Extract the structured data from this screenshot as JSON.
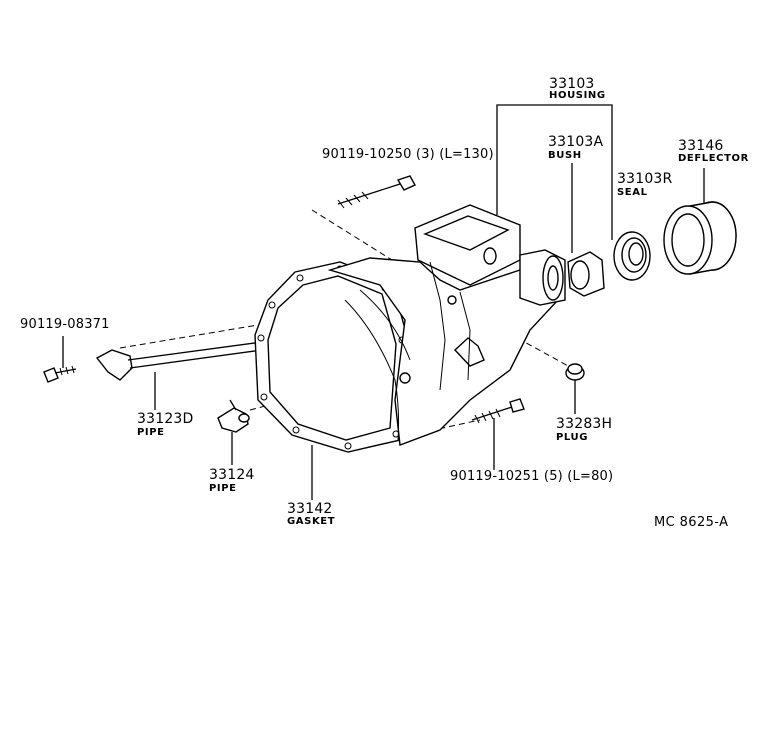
{
  "parts": {
    "housing": {
      "number": "33103",
      "name": "HOUSING"
    },
    "bush": {
      "number": "33103A",
      "name": "BUSH"
    },
    "seal": {
      "number": "33103R",
      "name": "SEAL"
    },
    "deflector": {
      "number": "33146",
      "name": "DEFLECTOR"
    },
    "bolt_long": {
      "number": "90119-10250 (3) (L=130)"
    },
    "bolt_small": {
      "number": "90119-08371"
    },
    "pipe_long": {
      "number": "33123D",
      "name": "PIPE"
    },
    "pipe_short": {
      "number": "33124",
      "name": "PIPE"
    },
    "gasket": {
      "number": "33142",
      "name": "GASKET"
    },
    "plug": {
      "number": "33283H",
      "name": "PLUG"
    },
    "bolt_short": {
      "number": "90119-10251 (5) (L=80)"
    }
  },
  "reference_code": "MC 8625-A"
}
